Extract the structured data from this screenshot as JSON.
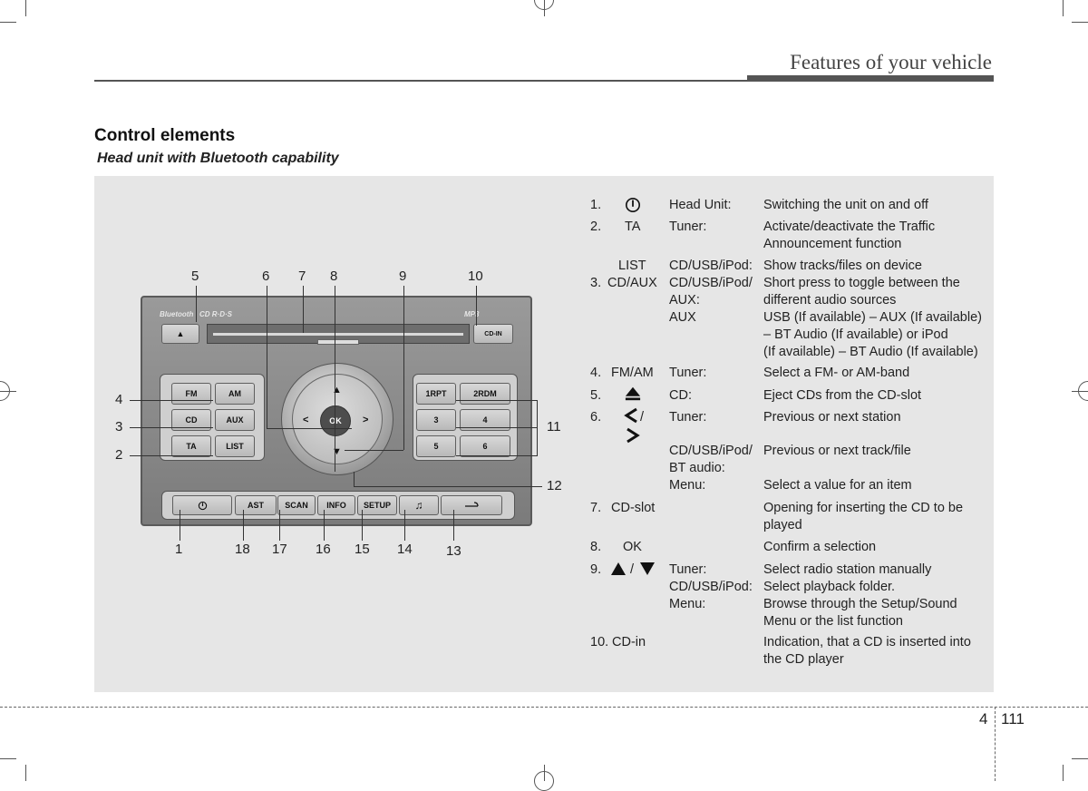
{
  "header": {
    "title": "Features of your vehicle"
  },
  "section": {
    "title": "Control elements",
    "subtitle": "Head unit with Bluetooth capability"
  },
  "radio": {
    "brand_bluetooth": "Bluetooth",
    "brand_rds": "CD R·D·S",
    "brand_mp3": "MP3",
    "cd_in": "CD-IN",
    "left_buttons": [
      [
        "FM",
        "AM"
      ],
      [
        "CD",
        "AUX"
      ],
      [
        "TA",
        "LIST"
      ]
    ],
    "right_buttons": [
      [
        "1RPT",
        "2RDM"
      ],
      [
        "3",
        "4"
      ],
      [
        "5",
        "6"
      ]
    ],
    "bottom_buttons": [
      "AST",
      "SCAN",
      "INFO",
      "SETUP"
    ],
    "ok": "OK"
  },
  "callouts": {
    "top": [
      "5",
      "6",
      "7",
      "8",
      "9",
      "10"
    ],
    "left": [
      "4",
      "3",
      "2"
    ],
    "right": [
      "11",
      "12"
    ],
    "bottom": [
      "1",
      "18",
      "17",
      "16",
      "15",
      "14",
      "13"
    ]
  },
  "legend": [
    {
      "num": "1.",
      "key": "",
      "icon": "power-icon",
      "col2": [
        "Head Unit:"
      ],
      "col3": [
        "Switching the unit on and off"
      ]
    },
    {
      "num": "2.",
      "key": "TA",
      "col2": [
        "Tuner:"
      ],
      "col3": [
        "Activate/deactivate the Traffic",
        "Announcement function"
      ]
    },
    {
      "num": "3.",
      "key_lines": [
        "LIST",
        "CD/AUX"
      ],
      "col2": [
        "CD/USB/iPod:",
        "CD/USB/iPod/",
        "AUX:",
        "AUX"
      ],
      "col3": [
        "Show tracks/files on device",
        "Short press to toggle between the",
        "different audio sources",
        "USB (If available) – AUX (If available)",
        "– BT Audio (If available) or iPod",
        "(If available) – BT Audio (If available)"
      ]
    },
    {
      "num": "4.",
      "key": "FM/AM",
      "col2": [
        "Tuner:"
      ],
      "col3": [
        "Select a FM- or AM-band"
      ]
    },
    {
      "num": "5.",
      "icon": "eject-icon",
      "col2": [
        "CD:"
      ],
      "col3": [
        "Eject CDs from the CD-slot"
      ]
    },
    {
      "num": "6.",
      "sep": "/",
      "col2": [
        "Tuner:",
        "",
        "CD/USB/iPod/",
        "BT audio:",
        "Menu:"
      ],
      "col3": [
        "Previous or next station",
        "",
        "Previous or next track/file",
        "",
        "Select a value for an item"
      ]
    },
    {
      "num": "7.",
      "key": "CD-slot",
      "col3": [
        "Opening for inserting the CD to be",
        "played"
      ]
    },
    {
      "num": "8.",
      "key": "OK",
      "col3": [
        "Confirm a selection"
      ]
    },
    {
      "num": "9.",
      "sep": "/",
      "col2": [
        "Tuner:",
        "CD/USB/iPod:",
        "Menu:"
      ],
      "col3": [
        "Select radio station manually",
        "Select playback folder.",
        "Browse through the Setup/Sound",
        "Menu or the list function"
      ]
    },
    {
      "num": "10.",
      "key": "CD-in",
      "col3": [
        "Indication, that a CD is inserted into",
        "the CD player"
      ]
    }
  ],
  "page": {
    "chapter": "4",
    "number": "111"
  }
}
